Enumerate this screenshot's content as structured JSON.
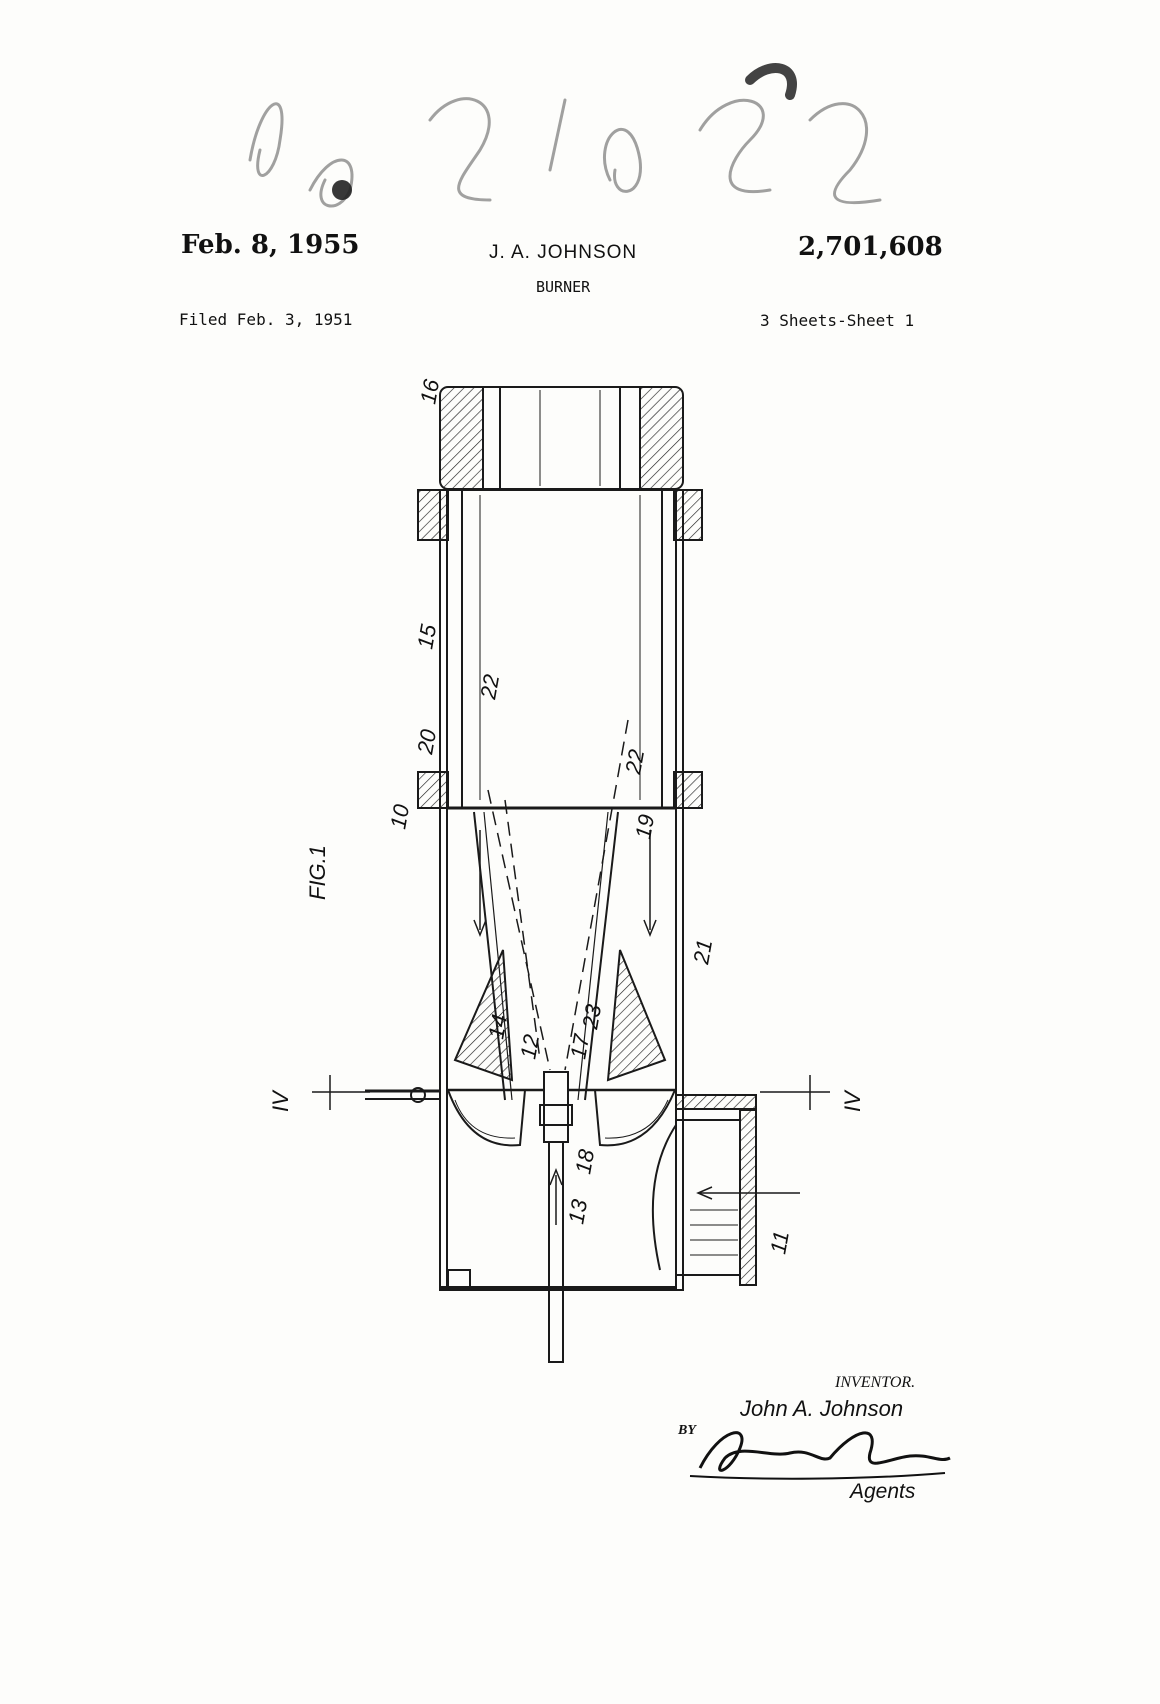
{
  "header": {
    "date": "Feb. 8, 1955",
    "inventor": "J. A. JOHNSON",
    "patent_number": "2,701,608",
    "title": "BURNER",
    "filed": "Filed Feb. 3, 1951",
    "sheets": "3 Sheets-Sheet 1"
  },
  "figure": {
    "label": "FIG.1",
    "section_mark": "IV",
    "refs": [
      "10",
      "11",
      "12",
      "13",
      "14",
      "15",
      "16",
      "17",
      "18",
      "19",
      "20",
      "21",
      "22",
      "23"
    ]
  },
  "signature_block": {
    "inventor_label": "INVENTOR.",
    "inventor_name": "John A. Johnson",
    "by": "BY",
    "agents_signature": "Lucke & Lucke",
    "agents": "Agents"
  }
}
